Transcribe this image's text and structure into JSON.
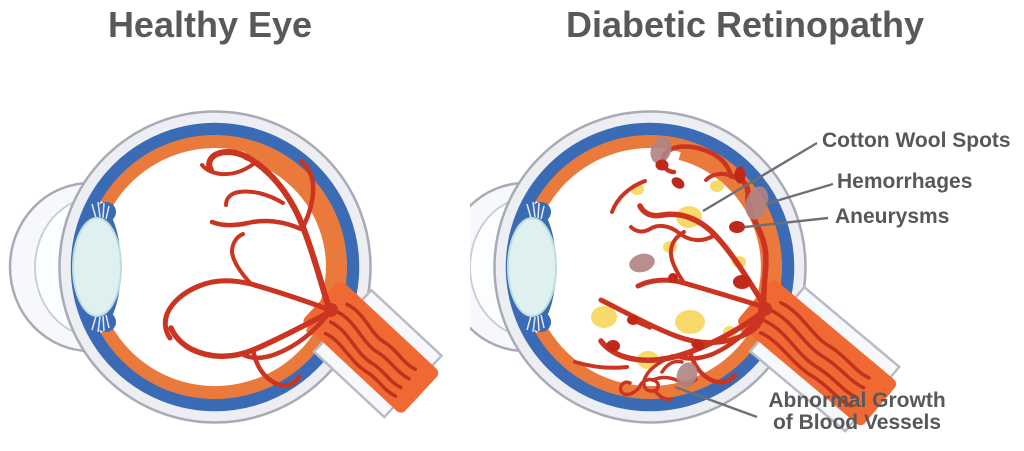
{
  "healthy": {
    "title": "Healthy Eye"
  },
  "diabetic": {
    "title": "Diabetic Retinopathy",
    "labels": {
      "cotton_wool_spots": "Cotton Wool Spots",
      "hemorrhages": "Hemorrhages",
      "aneurysms": "Aneurysms",
      "abnormal_growth_1": "Abnormal Growth",
      "abnormal_growth_2": "of Blood Vessels"
    }
  },
  "colors": {
    "title_text": "#58595B",
    "label_text": "#56585A",
    "sclera_fill": "#EDEEF3",
    "sclera_outline": "#A8ABB5",
    "choroid_blue": "#3A6BB4",
    "retina_orange": "#E97A3C",
    "vessel_red": "#CC3422",
    "optic_nerve_orange": "#F06832",
    "optic_nerve_stripe": "#C0311F",
    "lens_fill": "#DFF0F1",
    "cotton_wool_yellow": "#F8DA6A",
    "hemorrhage_mauve": "#B08383",
    "aneurysm_red": "#C1281C",
    "leader_line": "#6E7073",
    "background": "#FFFFFF"
  }
}
